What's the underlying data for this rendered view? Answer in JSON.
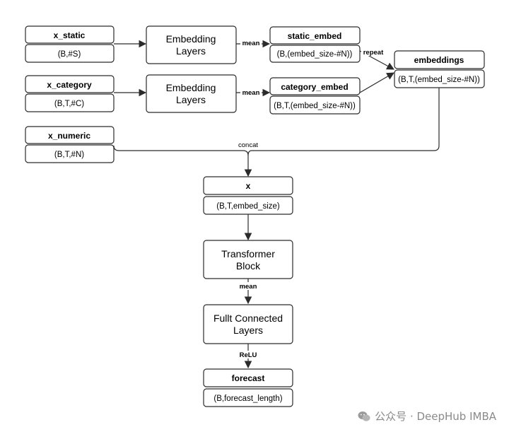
{
  "nodes": {
    "x_static": {
      "title": "x_static",
      "shape": "(B,#S)"
    },
    "x_category": {
      "title": "x_category",
      "shape": "(B,T,#C)"
    },
    "x_numeric": {
      "title": "x_numeric",
      "shape": "(B,T,#N)"
    },
    "static_embed": {
      "title": "static_embed",
      "shape": "(B,(embed_size-#N))"
    },
    "category_embed": {
      "title": "category_embed",
      "shape": "(B,T,(embed_size-#N))"
    },
    "embeddings": {
      "title": "embeddings",
      "shape": "(B,T,(embed_size-#N))"
    },
    "x": {
      "title": "x",
      "shape": "(B,T,embed_size)"
    },
    "forecast": {
      "title": "forecast",
      "shape": "(B,forecast_length)"
    }
  },
  "blocks": {
    "embedding_1": [
      "Embedding",
      "Layers"
    ],
    "embedding_2": [
      "Embedding",
      "Layers"
    ],
    "transformer": [
      "Transformer",
      "Block"
    ],
    "fully_connected": [
      "Fullt Connected",
      "Layers"
    ]
  },
  "edge_labels": {
    "mean_static": "mean",
    "mean_category": "mean",
    "repeat": "repeat",
    "concat": "concat",
    "mean_transformer": "mean",
    "relu": "ReLU"
  },
  "watermark": {
    "text": "公众号 · DeepHub IMBA"
  }
}
